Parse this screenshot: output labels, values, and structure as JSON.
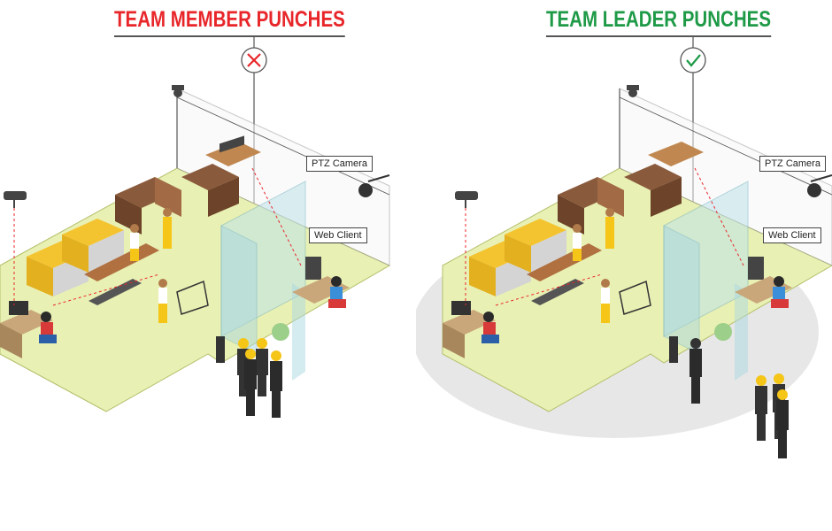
{
  "panels": [
    {
      "title": "TEAM MEMBER PUNCHES",
      "title_color": "#e8262a",
      "status_icon": "cross-icon",
      "status_color": "#e8262a",
      "ptz_label": "PTZ Camera",
      "web_client_label": "Web Client"
    },
    {
      "title": "TEAM LEADER PUNCHES",
      "title_color": "#1e9a47",
      "status_icon": "check-icon",
      "status_color": "#1e9a47",
      "ptz_label": "PTZ Camera",
      "web_client_label": "Web Client"
    }
  ],
  "colors": {
    "floor": "#e9f0b4",
    "floor_edge": "#c8d27a",
    "wall": "#f3f3f3",
    "glass": "#bfe3ea",
    "worker_vest": "#f5c518",
    "dark_suit": "#333333",
    "highlight_ellipse": "#e7e7e7"
  }
}
